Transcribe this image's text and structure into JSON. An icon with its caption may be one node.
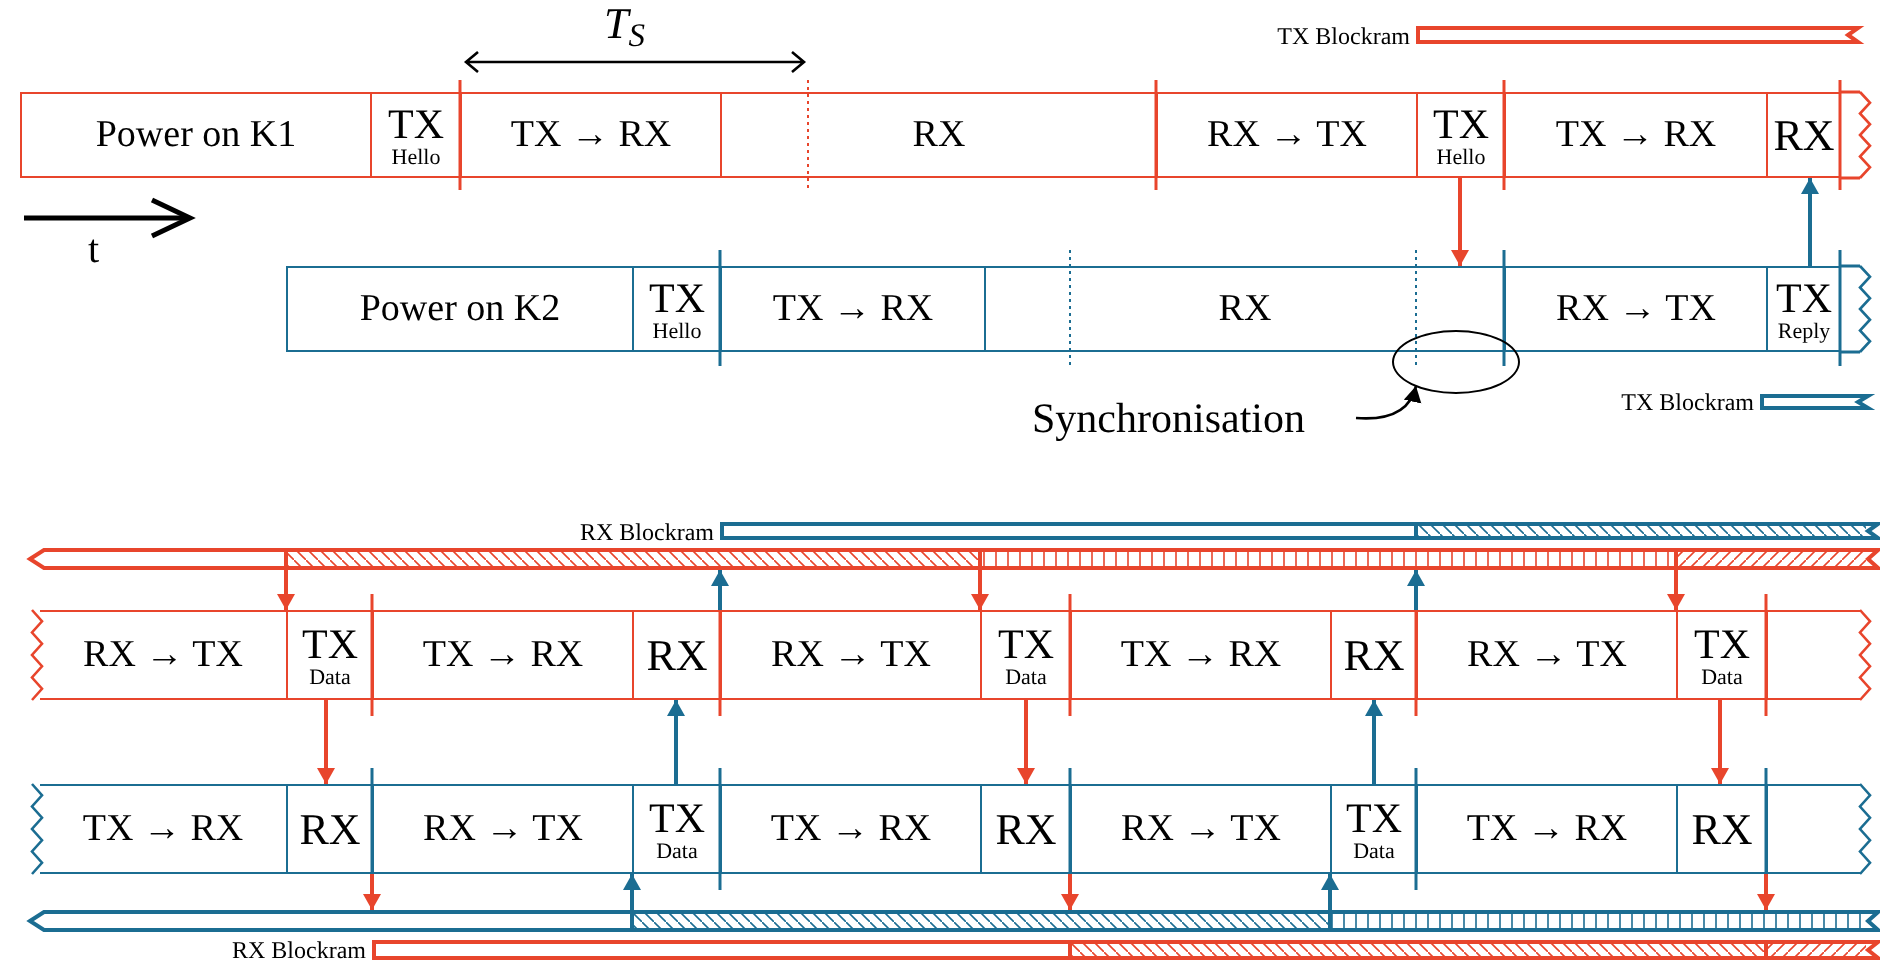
{
  "diagram": {
    "nodes": [
      {
        "text": [],
        "shape": "bar",
        "beside": [
          "TX Blockram"
        ]
      },
      {
        "text": [
          "Power on K1"
        ]
      },
      {
        "text": [
          "TX",
          "Hello"
        ]
      },
      {
        "text": [
          "TX → RX"
        ]
      },
      {
        "text": [
          "RX"
        ]
      },
      {
        "text": [
          "RX → TX"
        ]
      },
      {
        "text": [
          "TX",
          "Hello"
        ]
      },
      {
        "text": [
          "TX → RX"
        ]
      },
      {
        "text": [
          "RX"
        ]
      },
      {
        "text": [
          "Power on K2"
        ]
      },
      {
        "text": [
          "TX",
          "Hello"
        ]
      },
      {
        "text": [
          "TX → RX"
        ]
      },
      {
        "text": [
          "RX"
        ]
      },
      {
        "text": [
          "RX → TX"
        ]
      },
      {
        "text": [
          "TX",
          "Reply"
        ]
      },
      {
        "text": [],
        "shape": "ellipse"
      },
      {
        "text": [
          "Synchronisation"
        ]
      },
      {
        "text": [],
        "shape": "bar",
        "beside": [
          "TX Blockram"
        ]
      },
      {
        "text": [],
        "shape": "bar",
        "beside": [
          "RX Blockram"
        ]
      },
      {
        "text": [],
        "shape": "bar"
      },
      {
        "text": [
          "RX → TX"
        ]
      },
      {
        "text": [
          "TX",
          "Data"
        ]
      },
      {
        "text": [
          "TX → RX"
        ]
      },
      {
        "text": [
          "RX"
        ]
      },
      {
        "text": [
          "RX → TX"
        ]
      },
      {
        "text": [
          "TX",
          "Data"
        ]
      },
      {
        "text": [
          "TX → RX"
        ]
      },
      {
        "text": [
          "RX"
        ]
      },
      {
        "text": [
          "RX → TX"
        ]
      },
      {
        "text": [
          "TX",
          "Data"
        ]
      },
      {
        "text": [],
        "shape": "box"
      },
      {
        "text": [
          "TX → RX"
        ]
      },
      {
        "text": [
          "RX"
        ]
      },
      {
        "text": [
          "RX → TX"
        ]
      },
      {
        "text": [
          "TX",
          "Data"
        ]
      },
      {
        "text": [
          "TX → RX"
        ]
      },
      {
        "text": [
          "RX"
        ]
      },
      {
        "text": [
          "RX → TX"
        ]
      },
      {
        "text": [
          "TX",
          "Data"
        ]
      },
      {
        "text": [
          "TX → RX"
        ]
      },
      {
        "text": [
          "RX"
        ]
      },
      {
        "text": [],
        "shape": "box"
      },
      {
        "text": [],
        "shape": "bar"
      },
      {
        "text": [],
        "shape": "bar",
        "beside": [
          "RX Blockram"
        ]
      }
    ],
    "edges": [
      {
        "from": 6,
        "to": 12,
        "arrow": "to"
      },
      {
        "from": 14,
        "to": 8,
        "arrow": "to",
        "color": "#1b6d92"
      },
      {
        "from": 16,
        "to": 15,
        "arrow": "to",
        "color": "#000000"
      },
      {
        "from": 19,
        "to": 21,
        "arrow": "to"
      },
      {
        "from": 19,
        "to": 25,
        "arrow": "to"
      },
      {
        "from": 19,
        "to": 29,
        "arrow": "to"
      },
      {
        "from": 23,
        "to": 19,
        "arrow": "to",
        "color": "#1b6d92"
      },
      {
        "from": 27,
        "to": 19,
        "arrow": "to",
        "color": "#1b6d92"
      },
      {
        "from": 21,
        "to": 32,
        "arrow": "to"
      },
      {
        "from": 34,
        "to": 23,
        "arrow": "to",
        "color": "#1b6d92"
      },
      {
        "from": 25,
        "to": 36,
        "arrow": "to"
      },
      {
        "from": 38,
        "to": 27,
        "arrow": "to",
        "color": "#1b6d92"
      },
      {
        "from": 29,
        "to": 40,
        "arrow": "to"
      },
      {
        "from": 32,
        "to": 42,
        "arrow": "to"
      },
      {
        "from": 36,
        "to": 42,
        "arrow": "to"
      },
      {
        "from": 40,
        "to": 42,
        "arrow": "to"
      },
      {
        "from": 42,
        "to": 34,
        "arrow": "to",
        "color": "#1b6d92"
      },
      {
        "from": 42,
        "to": 38,
        "arrow": "to",
        "color": "#1b6d92"
      }
    ],
    "labels": [
      "T$_{S}$",
      "t"
    ]
  }
}
